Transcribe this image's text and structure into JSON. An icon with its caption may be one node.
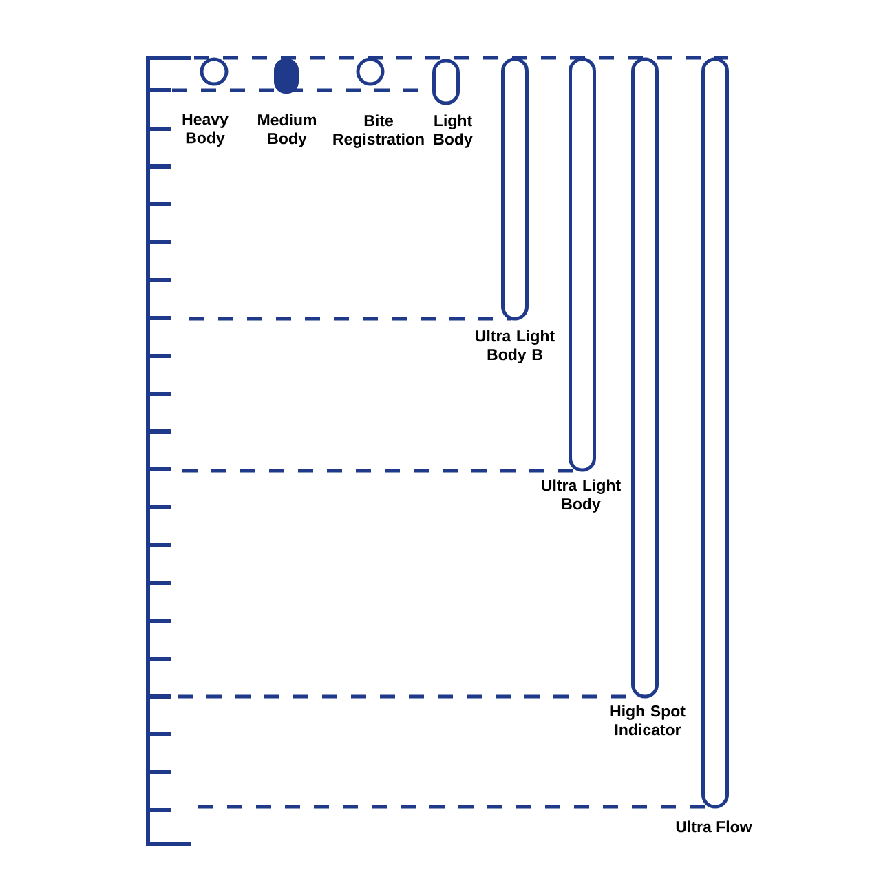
{
  "diagram": {
    "nodes": [
      {
        "text": [
          "Heavy Body"
        ]
      },
      {
        "text": [
          "Medium Body"
        ]
      },
      {
        "text": [
          "Bite Registration"
        ]
      },
      {
        "text": [
          "Light Body"
        ]
      },
      {
        "text": [
          "Ultra Light Body B"
        ]
      },
      {
        "text": [
          "Ultra Light Body"
        ]
      },
      {
        "text": [
          "High Spot Indicator"
        ]
      },
      {
        "text": [
          "Ultra Flow"
        ]
      }
    ]
  }
}
